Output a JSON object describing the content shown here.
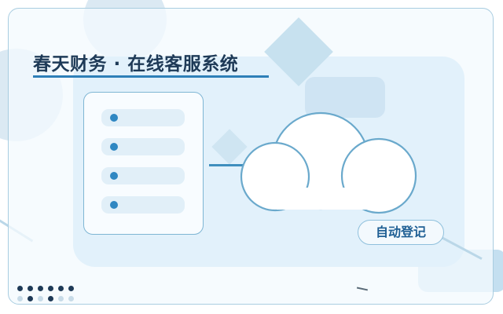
{
  "header": {
    "title": "春天财务 · 在线客服系统"
  },
  "service_menu": {
    "row_count": 4
  },
  "actions": {
    "auto_login_label": "自动登记"
  },
  "colors": {
    "title_text": "#1e3a57",
    "accent_blue": "#2e7fb8",
    "bullet_blue": "#2f87c2",
    "panel_border": "#7fb6d4",
    "cloud_stroke": "#6aa9cc",
    "button_text": "#1f5f94",
    "background_light": "#e2f1fb"
  },
  "icons": {
    "bullets": "dot-bullet-icon",
    "cloud": "cloud-icon",
    "decor": "diamond-shape-icon"
  }
}
